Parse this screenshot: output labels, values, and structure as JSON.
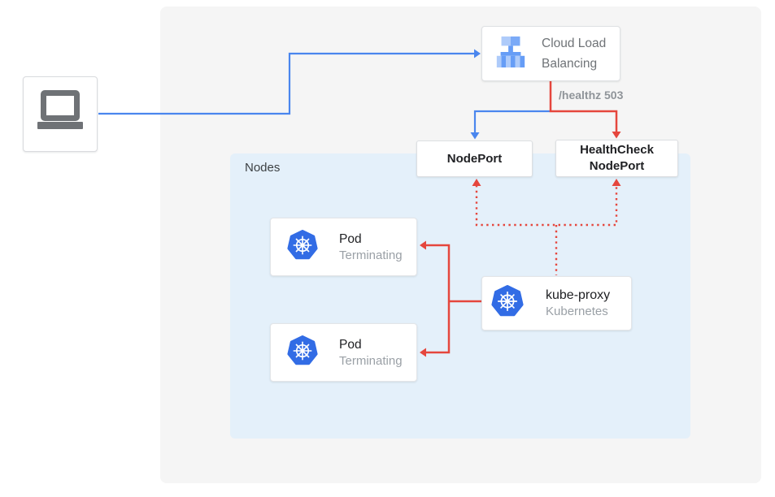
{
  "colors": {
    "traffic_blue": "#4A86EE",
    "health_red": "#E5463D",
    "kubernetes_blue": "#326CE5",
    "nodes_panel_fill": "#E4F0FA",
    "stage_fill": "#F5F5F5",
    "clb_icon_light": "#AECBFA",
    "clb_icon_mid": "#7BAAF7",
    "clb_icon_deep": "#669DF6",
    "laptop_gray": "#6F7276"
  },
  "client": {
    "icon": "laptop-icon"
  },
  "load_balancer": {
    "icon": "cloud-load-balancing-icon",
    "label": "Cloud Load Balancing"
  },
  "health_annotation": "/healthz 503",
  "nodes_panel": {
    "label": "Nodes",
    "nodeport": {
      "label": "NodePort"
    },
    "healthcheck_nodeport": {
      "label": "HealthCheck NodePort"
    },
    "pods": [
      {
        "icon": "kubernetes-icon",
        "title": "Pod",
        "status": "Terminating"
      },
      {
        "icon": "kubernetes-icon",
        "title": "Pod",
        "status": "Terminating"
      }
    ],
    "kube_proxy": {
      "icon": "kubernetes-icon",
      "title": "kube-proxy",
      "subtitle": "Kubernetes"
    }
  }
}
